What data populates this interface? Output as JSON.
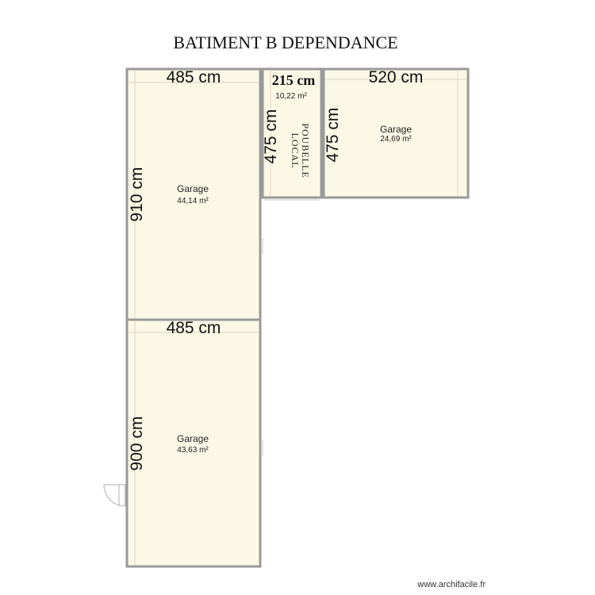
{
  "title": "BATIMENT B DEPENDANCE",
  "colors": {
    "room_fill": "#fbf8e6",
    "wall": "#9a9a9a",
    "inner_line": "#d9d6c2"
  },
  "rooms": {
    "garage_top_left": {
      "name": "Garage",
      "area": "44,14 m²",
      "width": "485 cm",
      "height": "910 cm"
    },
    "local": {
      "area": "10,22 m²",
      "width": "215 cm",
      "height": "475 cm",
      "label_line1": "LOCAL",
      "label_line2": "POUBELLE"
    },
    "garage_right": {
      "name": "Garage",
      "area": "24,69 m²",
      "width": "520 cm",
      "height": "475 cm"
    },
    "garage_bottom": {
      "name": "Garage",
      "area": "43,63 m²",
      "width": "485 cm",
      "height": "900 cm"
    }
  },
  "credit": "www.archifacile.fr",
  "icons": {
    "door": "door-swing-icon"
  }
}
